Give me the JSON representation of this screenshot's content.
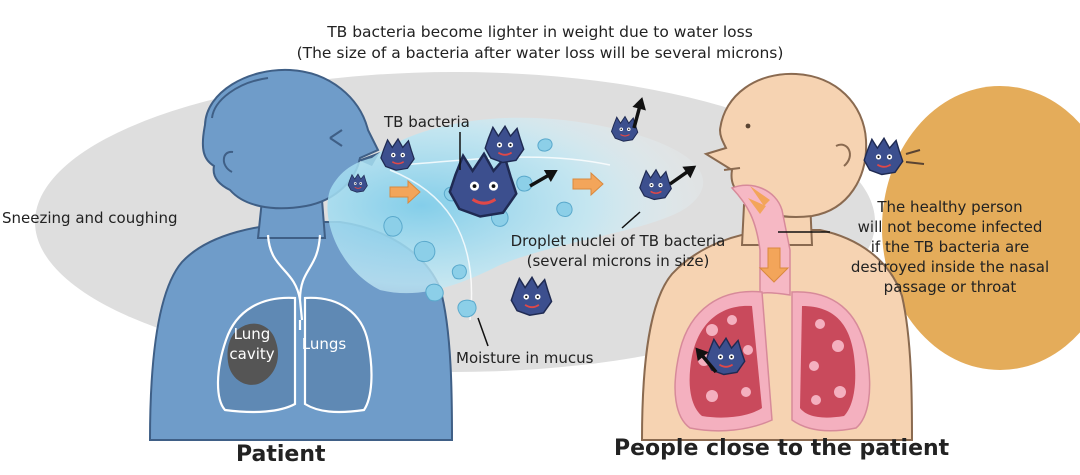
{
  "header": {
    "line1": "TB bacteria become lighter in weight due to water loss",
    "line2": "(The size of a bacteria after water loss will be several microns)"
  },
  "labels": {
    "sneezing": "Sneezing and coughing",
    "tb_bacteria": "TB bacteria",
    "droplet_line1": "Droplet nuclei of TB bacteria",
    "droplet_line2": "(several microns in size)",
    "moisture": "Moisture in mucus",
    "lung_cavity_line1": "Lung",
    "lung_cavity_line2": "cavity",
    "lungs": "Lungs",
    "healthy_line1": "The healthy person",
    "healthy_line2": "will not become infected",
    "healthy_line3": "if the TB bacteria are",
    "healthy_line4": "destroyed inside the nasal",
    "healthy_line5": "passage or throat"
  },
  "captions": {
    "patient": "Patient",
    "people_close": "People close to the patient"
  },
  "colors": {
    "patient_body": "#6f9cc9",
    "patient_outline": "#3f5f86",
    "patient_lungs": "#5f89b4",
    "healthy_skin": "#f6d3b2",
    "healthy_outline": "#8a6a50",
    "lung_red": "#c94a5c",
    "lung_pink": "#f4b0bf",
    "airway_pink": "#f6b8c4",
    "spray_blue": "#a6ddf0",
    "bacteria": "#3c4f8e",
    "arrow_orange": "#f3a55a",
    "ellipse_grey": "#dedede",
    "gold_ellipse": "#e4ac5a"
  }
}
